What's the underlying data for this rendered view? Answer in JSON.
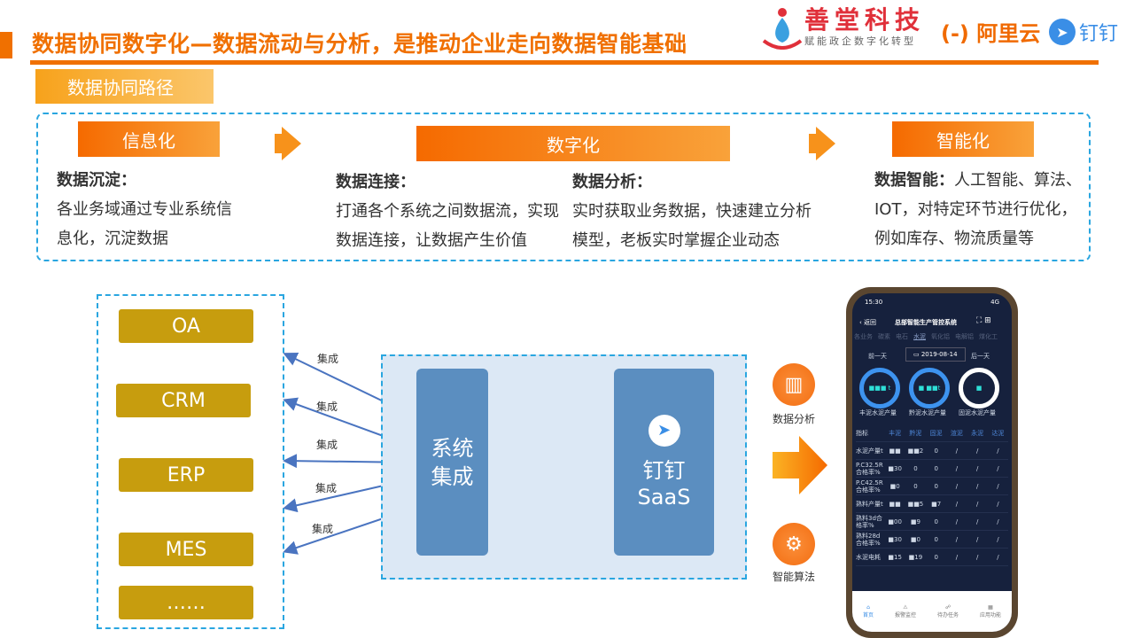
{
  "title": "数据协同数字化—数据流动与分析，是推动企业走向数据智能基础",
  "logos": {
    "shantang": "善堂科技",
    "shantang_slogan": "赋能政企数字化转型",
    "aliyun": "阿里云",
    "aliyun_mark": "(-)",
    "dingtalk": "钉钉"
  },
  "path_label": "数据协同路径",
  "stages": [
    {
      "header": "信息化",
      "sections": [
        {
          "heading": "数据沉淀：",
          "body": "各业务域通过专业系统信息化，沉淀数据"
        }
      ]
    },
    {
      "header": "数字化",
      "sections": [
        {
          "heading": "数据连接：",
          "body": "打通各个系统之间数据流，实现数据连接，让数据产生价值"
        },
        {
          "heading": "数据分析：",
          "body": "实时获取业务数据，快速建立分析模型，老板实时掌握企业动态"
        }
      ]
    },
    {
      "header": "智能化",
      "sections": [
        {
          "heading": "数据智能：",
          "body": "人工智能、算法、IOT，对特定环节进行优化，例如库存、物流质量等"
        }
      ]
    }
  ],
  "systems": [
    "OA",
    "CRM",
    "ERP",
    "MES",
    "……"
  ],
  "link_label": "集成",
  "integration_block": "系统集成",
  "integration_lines": [
    "系统",
    "集成"
  ],
  "saas_lines": [
    "钉钉",
    "SaaS"
  ],
  "side_icons": [
    {
      "label": "数据分析",
      "icon": "chart-magnifier-icon"
    },
    {
      "label": "智能算法",
      "icon": "head-gear-icon"
    }
  ],
  "phone": {
    "time": "15:30",
    "status": "4G",
    "back": "返回",
    "app_title": "总部智能生产管控系统",
    "categories": [
      "各业务",
      "碳素",
      "电石",
      "水泥",
      "氧化铝",
      "电解铝",
      "煤化工"
    ],
    "prev_day": "前一天",
    "date": "2019-08-14",
    "next_day": "后一天",
    "gauges": [
      "丰泥水泥产量",
      "黔泥水泥产量",
      "固泥水泥产量"
    ],
    "gauge_values": [
      "■■■ t",
      "■ ■■t",
      "■"
    ],
    "table_header": [
      "指标",
      "丰泥",
      "黔泥",
      "固泥",
      "渲泥",
      "永泥",
      "达泥"
    ],
    "table_rows": [
      [
        "水泥产量t",
        "■■",
        "■■2",
        "0",
        "/",
        "/",
        "/"
      ],
      [
        "P.C32.5R合格率%",
        "■30",
        "0",
        "0",
        "/",
        "/",
        "/"
      ],
      [
        "P.C42.5R合格率%",
        "■0",
        "0",
        "0",
        "/",
        "/",
        "/"
      ],
      [
        "熟料产量t",
        "■■",
        "■■5",
        "■7",
        "/",
        "/",
        "/"
      ],
      [
        "熟料3d合格率%",
        "■00",
        "■9",
        "0",
        "/",
        "/",
        "/"
      ],
      [
        "熟料28d合格率%",
        "■30",
        "■0",
        "0",
        "/",
        "/",
        "/"
      ],
      [
        "水泥电耗",
        "■15",
        "■19",
        "0",
        "/",
        "/",
        "/"
      ]
    ],
    "tabs": [
      "首页",
      "报警监控",
      "待办任务",
      "应用功能"
    ]
  }
}
